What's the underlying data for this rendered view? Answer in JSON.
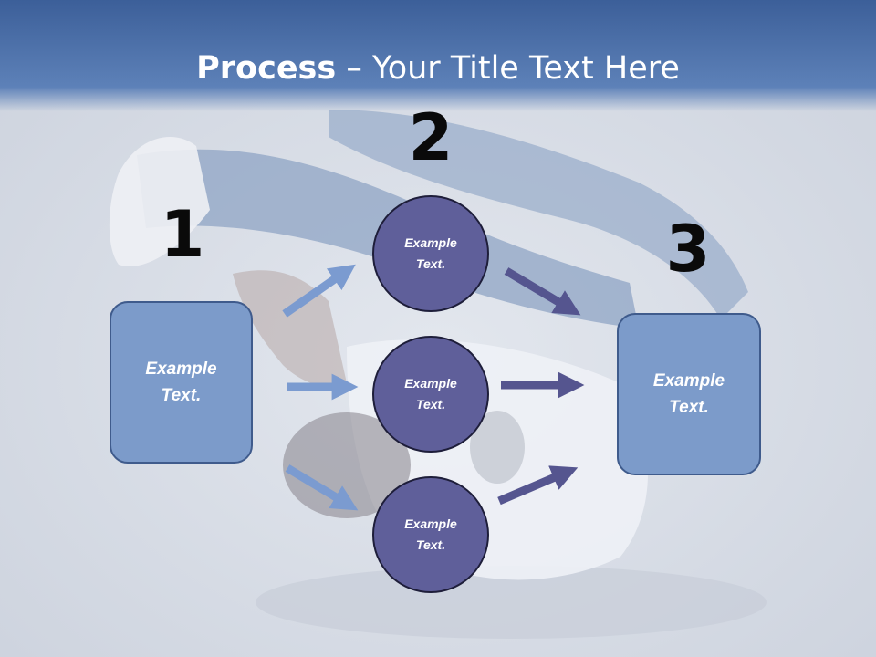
{
  "title": {
    "bold": "Process",
    "separator": " – ",
    "rest": "Your Title Text Here"
  },
  "steps": [
    {
      "number": "1",
      "text": "Example Text."
    },
    {
      "number": "2",
      "items": [
        "Example Text.",
        "Example Text.",
        "Example Text."
      ]
    },
    {
      "number": "3",
      "text": "Example Text."
    }
  ],
  "colors": {
    "header": "#3c5f99",
    "box_fill": "#7c9bca",
    "circle_fill": "#5f5f9a",
    "arrow_light": "#7b9bd0",
    "arrow_dark": "#55558f"
  }
}
